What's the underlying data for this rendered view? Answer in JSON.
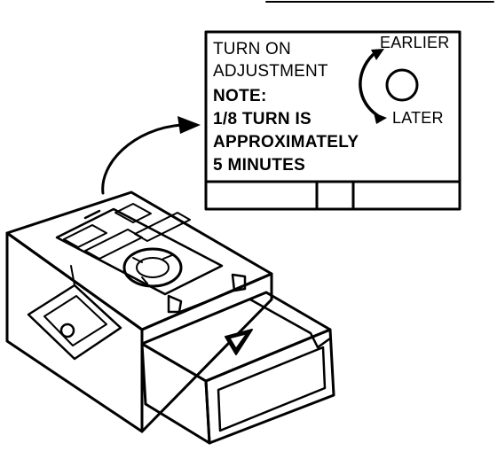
{
  "label_box": {
    "heading_line1": "TURN ON",
    "heading_line2": "ADJUSTMENT",
    "note_title": "NOTE:",
    "note_line1": "1/8 TURN IS",
    "note_line2": "APPROXIMATELY",
    "note_line3": "5 MINUTES",
    "dial_earlier": "EARLIER",
    "dial_later": "LATER"
  },
  "colors": {
    "ink": "#000000",
    "paper": "#ffffff"
  },
  "icons": [
    "callout-arrow-icon",
    "rotation-arrow-icon",
    "adjustment-dial-icon"
  ]
}
